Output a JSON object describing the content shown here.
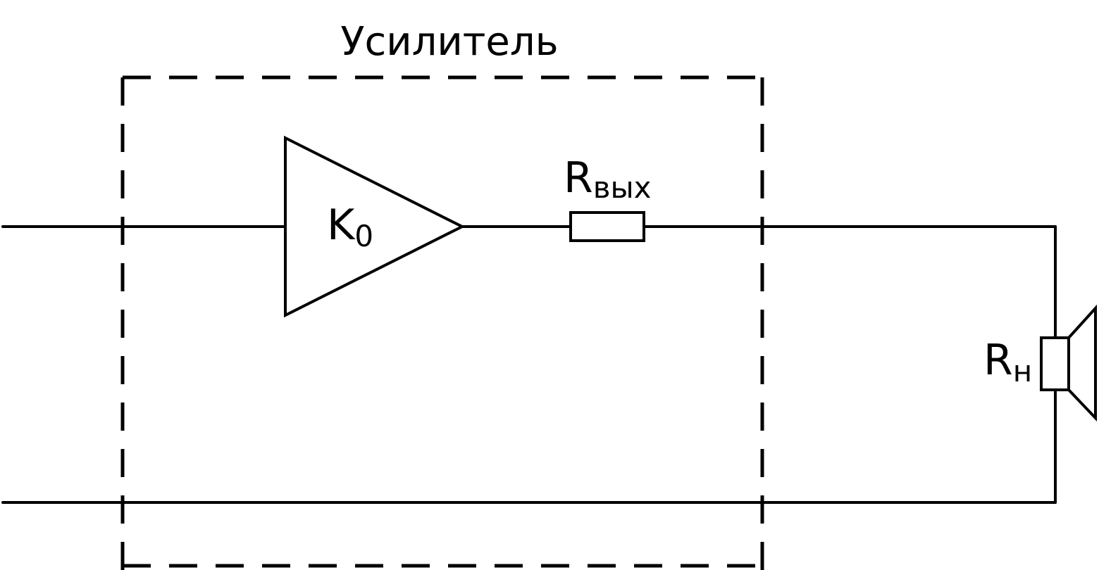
{
  "diagram": {
    "title": "Усилитель",
    "amplifier": {
      "symbol": "K",
      "subscript": "0"
    },
    "output_resistor": {
      "symbol": "R",
      "subscript": "вых"
    },
    "load": {
      "symbol": "R",
      "subscript": "н",
      "icon": "speaker-icon"
    }
  }
}
